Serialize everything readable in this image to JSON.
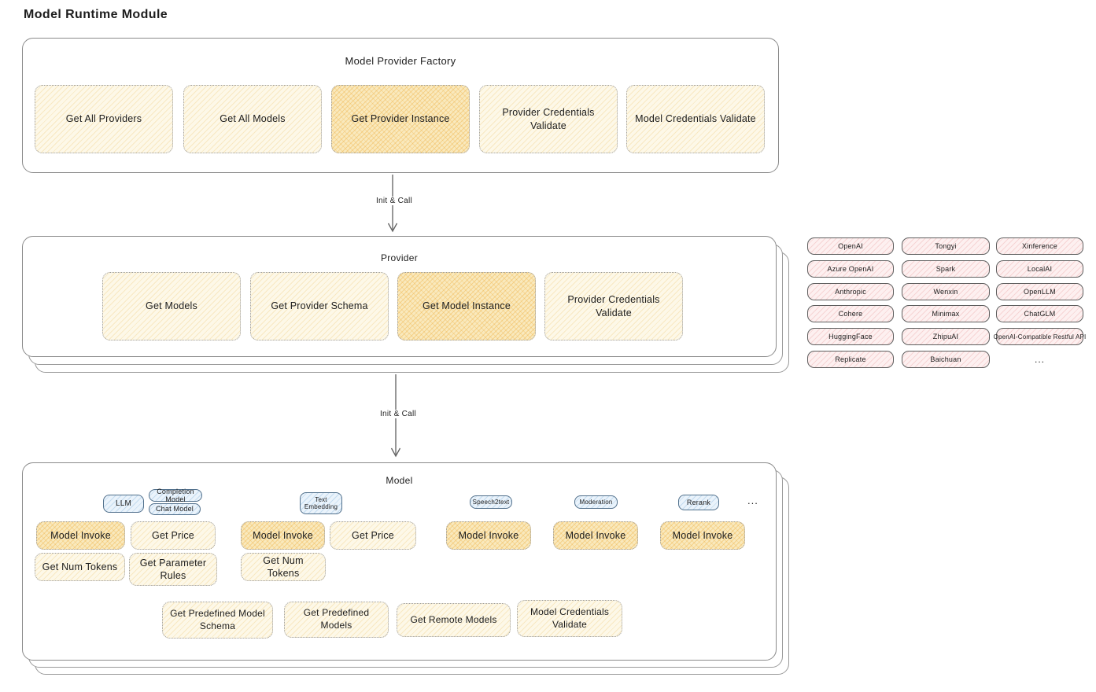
{
  "page": {
    "title": "Model Runtime Module"
  },
  "colors": {
    "node_light_fill": "#fdf8e8",
    "node_highlight_fill": "#f9e9bd",
    "hatch_orange": "#eeac3c",
    "provider_pink_fill": "#fdf0f0",
    "tag_blue_fill": "#eaf3fb",
    "panel_border": "#8a8a8a"
  },
  "arrows": {
    "factory_to_provider": "Init & Call",
    "provider_to_model": "Init & Call"
  },
  "factory": {
    "title": "Model Provider Factory",
    "boxes": [
      {
        "label": "Get All Providers"
      },
      {
        "label": "Get All Models"
      },
      {
        "label": "Get Provider Instance"
      },
      {
        "label": "Provider Credentials Validate"
      },
      {
        "label": "Model Credentials Validate"
      }
    ]
  },
  "provider": {
    "title": "Provider",
    "boxes": [
      {
        "label": "Get Models"
      },
      {
        "label": "Get Provider Schema"
      },
      {
        "label": "Get Model Instance"
      },
      {
        "label": "Provider Credentials Validate"
      }
    ]
  },
  "provider_list": {
    "items": [
      "OpenAI",
      "Tongyi",
      "Xinference",
      "Azure OpenAI",
      "Spark",
      "LocalAI",
      "Anthropic",
      "Wenxin",
      "OpenLLM",
      "Cohere",
      "Minimax",
      "ChatGLM",
      "HuggingFace",
      "ZhipuAI",
      "OpenAI-Compatible Restful API",
      "Replicate",
      "Baichuan",
      "..."
    ]
  },
  "model": {
    "title": "Model",
    "tags": [
      {
        "label": "LLM"
      },
      {
        "label": "Completion Model"
      },
      {
        "label": "Chat Model"
      },
      {
        "label": "Text Embedding"
      },
      {
        "label": "Speech2text"
      },
      {
        "label": "Moderation"
      },
      {
        "label": "Rerank"
      },
      {
        "label": "..."
      }
    ],
    "ops_row1": [
      {
        "label": "Model Invoke"
      },
      {
        "label": "Get Price"
      },
      {
        "label": "Model Invoke"
      },
      {
        "label": "Get Price"
      },
      {
        "label": "Model Invoke"
      },
      {
        "label": "Model Invoke"
      },
      {
        "label": "Model Invoke"
      }
    ],
    "ops_row2": [
      {
        "label": "Get Num Tokens"
      },
      {
        "label": "Get Parameter Rules"
      },
      {
        "label": "Get Num Tokens"
      }
    ],
    "bottom_row": [
      {
        "label": "Get Predefined Model Schema"
      },
      {
        "label": "Get Predefined Models"
      },
      {
        "label": "Get Remote Models"
      },
      {
        "label": "Model Credentials Validate"
      }
    ]
  }
}
